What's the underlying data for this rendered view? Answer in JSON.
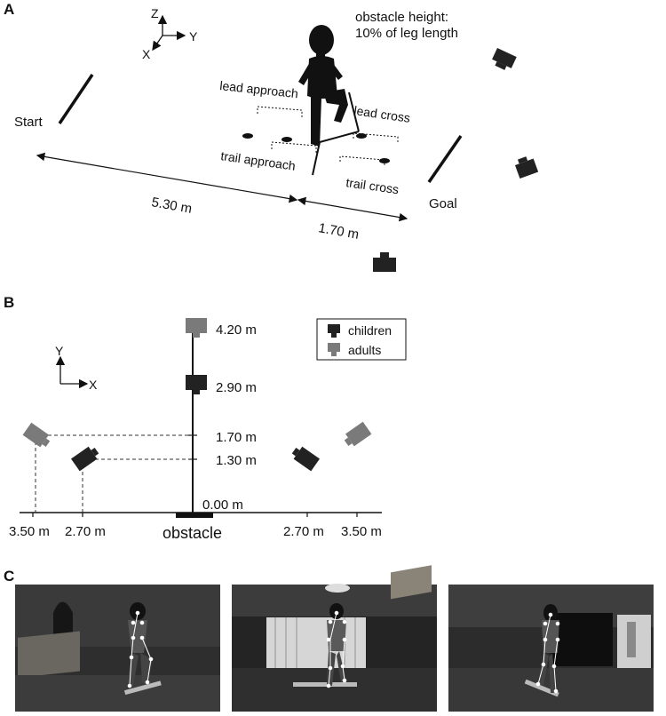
{
  "panels": {
    "a": "A",
    "b": "B",
    "c": "C"
  },
  "panel_a": {
    "axes": {
      "z": "Z",
      "y": "Y",
      "x": "X"
    },
    "obstacle_note_line1": "obstacle height:",
    "obstacle_note_line2": "10% of leg length",
    "start": "Start",
    "goal": "Goal",
    "lead_approach": "lead approach",
    "lead_cross": "lead cross",
    "trail_approach": "trail approach",
    "trail_cross": "trail cross",
    "distance_1": "5.30 m",
    "distance_2": "1.70 m"
  },
  "panel_b": {
    "axes": {
      "y": "Y",
      "x": "X"
    },
    "legend": [
      {
        "label": "children",
        "color": "#222222"
      },
      {
        "label": "adults",
        "color": "#7a7a7a"
      }
    ],
    "y_labels": [
      "4.20 m",
      "2.90 m",
      "1.70 m",
      "1.30 m",
      "0.00 m"
    ],
    "x_labels_left": [
      "3.50 m",
      "2.70 m"
    ],
    "x_labels_right": [
      "2.70 m",
      "3.50 m"
    ],
    "obstacle_label": "obstacle"
  }
}
